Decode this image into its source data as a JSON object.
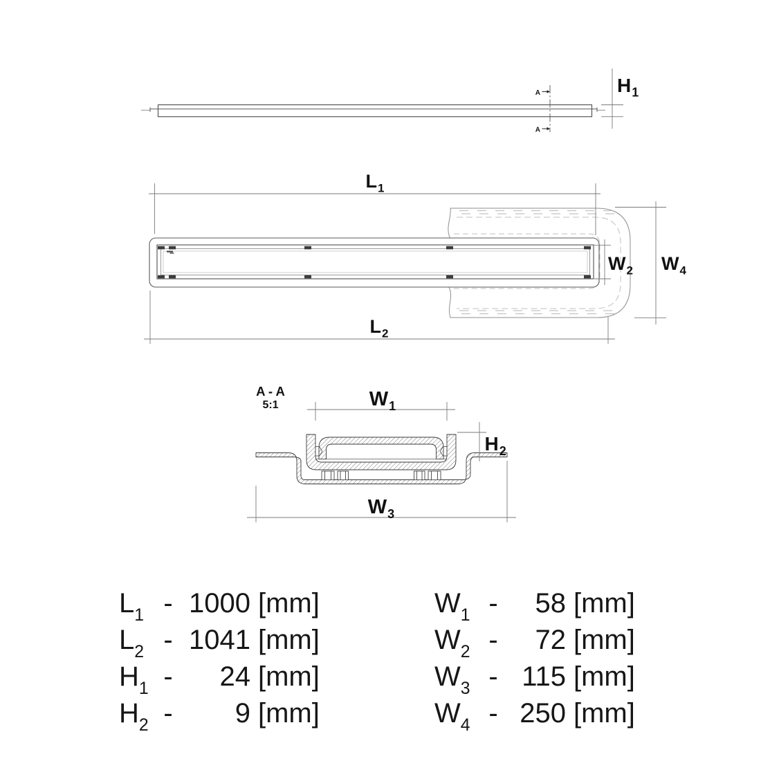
{
  "colors": {
    "background": "#ffffff",
    "object_line": "#3a3a3a",
    "dimension_line": "#7a7a7a",
    "mat_line": "#8f8f8f",
    "mat_dash": "#c0c0c0",
    "label_text": "#111111",
    "clip_mark": "#3c3c3c"
  },
  "side_view": {
    "h1_label": {
      "base": "H",
      "sub": "1"
    },
    "section_marker_top": "A",
    "section_marker_bottom": "A"
  },
  "plan_view": {
    "l1_label": {
      "base": "L",
      "sub": "1"
    },
    "l2_label": {
      "base": "L",
      "sub": "2"
    },
    "w2_label": {
      "base": "W",
      "sub": "2"
    },
    "w4_label": {
      "base": "W",
      "sub": "4"
    }
  },
  "section_view": {
    "title": "A - A",
    "scale": "5:1",
    "w1_label": {
      "base": "W",
      "sub": "1"
    },
    "h2_label": {
      "base": "H",
      "sub": "2"
    },
    "w3_label": {
      "base": "W",
      "sub": "3"
    }
  },
  "dimensions_table": {
    "separator": "-",
    "unit": "[mm]",
    "left_column": [
      {
        "base": "L",
        "sub": "1",
        "value": "1000"
      },
      {
        "base": "L",
        "sub": "2",
        "value": "1041"
      },
      {
        "base": "H",
        "sub": "1",
        "value": "24"
      },
      {
        "base": "H",
        "sub": "2",
        "value": "9"
      }
    ],
    "right_column": [
      {
        "base": "W",
        "sub": "1",
        "value": "58"
      },
      {
        "base": "W",
        "sub": "2",
        "value": "72"
      },
      {
        "base": "W",
        "sub": "3",
        "value": "115"
      },
      {
        "base": "W",
        "sub": "4",
        "value": "250"
      }
    ]
  }
}
